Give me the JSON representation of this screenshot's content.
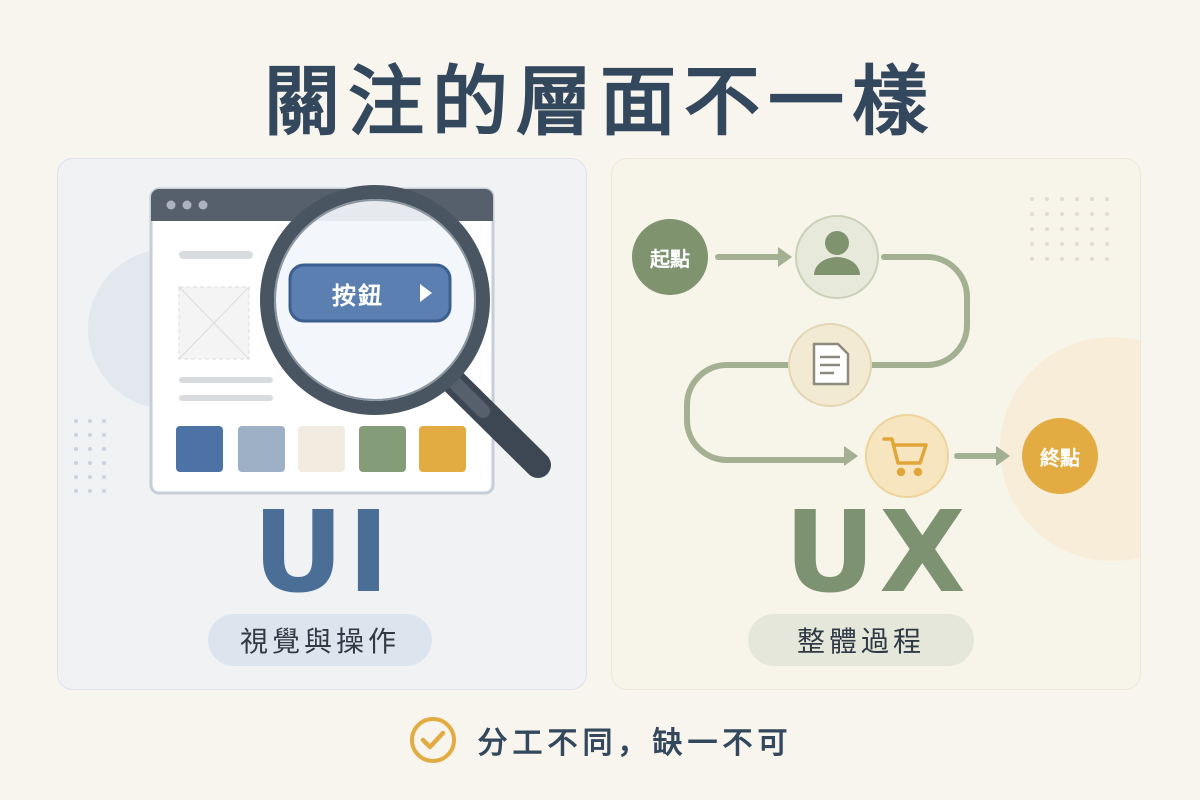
{
  "title": "關注的層面不一樣",
  "ui_panel": {
    "heading": "UI",
    "subtitle": "視覺與操作",
    "button_label": "按鈕",
    "swatches": [
      "#4d72a5",
      "#9eb0c6",
      "#f1ebe0",
      "#859c78",
      "#e3ac42"
    ]
  },
  "ux_panel": {
    "heading": "UX",
    "subtitle": "整體過程",
    "start_label": "起點",
    "end_label": "終點",
    "steps": [
      "user-icon",
      "document-icon",
      "cart-icon"
    ]
  },
  "footer": {
    "text": "分工不同，缺一不可",
    "icon": "check-circle-icon"
  },
  "colors": {
    "title": "#33485c",
    "ui_accent": "#4a6e96",
    "ux_accent": "#7c9270",
    "gold": "#e3ac42"
  }
}
